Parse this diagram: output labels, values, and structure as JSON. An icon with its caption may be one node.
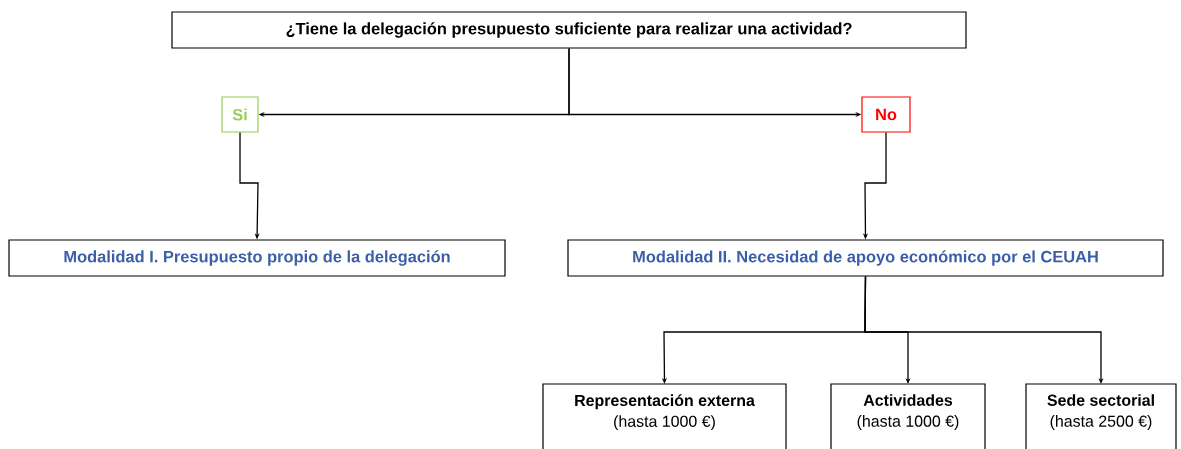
{
  "diagram": {
    "nodes": [
      {
        "text": [
          "¿Tiene la delegación presupuesto suficiente para realizar una actividad?"
        ]
      },
      {
        "text": [
          "Si"
        ]
      },
      {
        "text": [
          "No"
        ]
      },
      {
        "text": [
          "Modalidad I. Presupuesto propio de la delegación"
        ]
      },
      {
        "text": [
          "Modalidad II. Necesidad de apoyo económico por el CEUAH"
        ]
      },
      {
        "text": [
          "Representación externa",
          "(hasta 1000 €)"
        ]
      },
      {
        "text": [
          "Actividades",
          "(hasta 1000 €)"
        ]
      },
      {
        "text": [
          "Sede sectorial",
          "(hasta 2500 €)"
        ]
      }
    ],
    "edges": [
      {
        "from": 0,
        "to": 1,
        "arrow": "to"
      },
      {
        "from": 0,
        "to": 2,
        "arrow": "to"
      },
      {
        "from": 1,
        "to": 3,
        "arrow": "to"
      },
      {
        "from": 2,
        "to": 4,
        "arrow": "to"
      },
      {
        "from": 4,
        "to": 5,
        "arrow": "to"
      },
      {
        "from": 4,
        "to": 6,
        "arrow": "to"
      },
      {
        "from": 4,
        "to": 7,
        "arrow": "to"
      }
    ]
  }
}
